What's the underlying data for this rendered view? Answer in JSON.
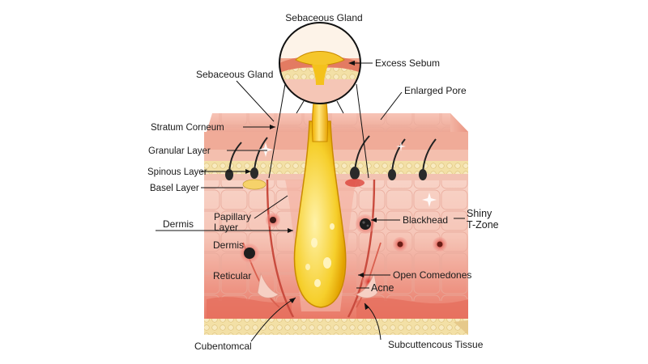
{
  "labels": {
    "sebaceous_gland_top": "Sebaceous Gland",
    "excess_sebum": "Excess Sebum",
    "sebaceous_gland_left": "Sebaceous Gland",
    "enlarged_pore": "Enlarged Pore",
    "stratum_corneum": "Stratum Corneum",
    "granular_layer": "Granular Layer",
    "spinous_layer": "Spinous Layer",
    "basel_layer": "Basel Layer",
    "dermis_outer": "Dermis",
    "papillary_layer_1": "Papillary",
    "papillary_layer_2": "Layer",
    "dermis_inner": "Dermis",
    "reticular": "Reticular",
    "blackhead": "Blackhead",
    "shiny_1": "Shiny",
    "shiny_2": "T-Zone",
    "open_comedones": "Open Comedones",
    "acne": "Acne",
    "cubentomcal": "Cubentomcal",
    "subcutaneous_tissue": "Subcuttencous Tissue"
  },
  "colors": {
    "epidermis": "#f2b3a3",
    "dermis": "#f7cfc3",
    "deep_dermis": "#ec8e7e",
    "fat": "#f1dca0",
    "sebum": "#f4c21c",
    "blackhead": "#2a2a2a",
    "line": "#111111"
  }
}
